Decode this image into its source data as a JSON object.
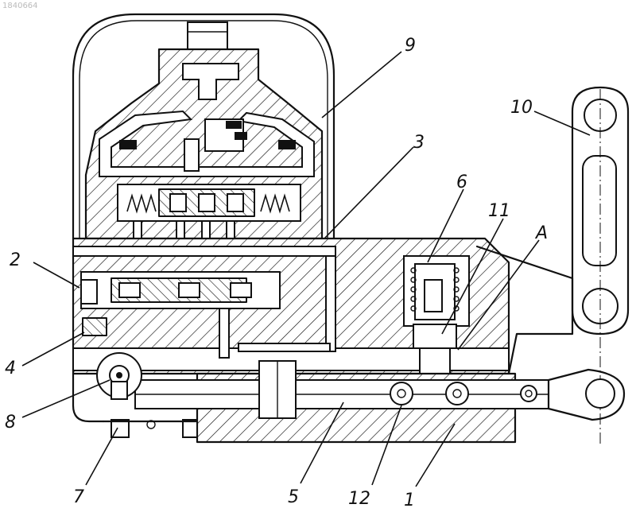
{
  "watermark": "1840664",
  "callouts": [
    {
      "id": "label-1",
      "text": "1"
    },
    {
      "id": "label-2",
      "text": "2"
    },
    {
      "id": "label-3",
      "text": "3"
    },
    {
      "id": "label-4",
      "text": "4"
    },
    {
      "id": "label-5",
      "text": "5"
    },
    {
      "id": "label-6",
      "text": "6"
    },
    {
      "id": "label-7",
      "text": "7"
    },
    {
      "id": "label-8",
      "text": "8"
    },
    {
      "id": "label-9",
      "text": "9"
    },
    {
      "id": "label-10",
      "text": "10"
    },
    {
      "id": "label-11",
      "text": "11"
    },
    {
      "id": "label-12",
      "text": "12"
    },
    {
      "id": "label-A",
      "text": "A"
    }
  ]
}
